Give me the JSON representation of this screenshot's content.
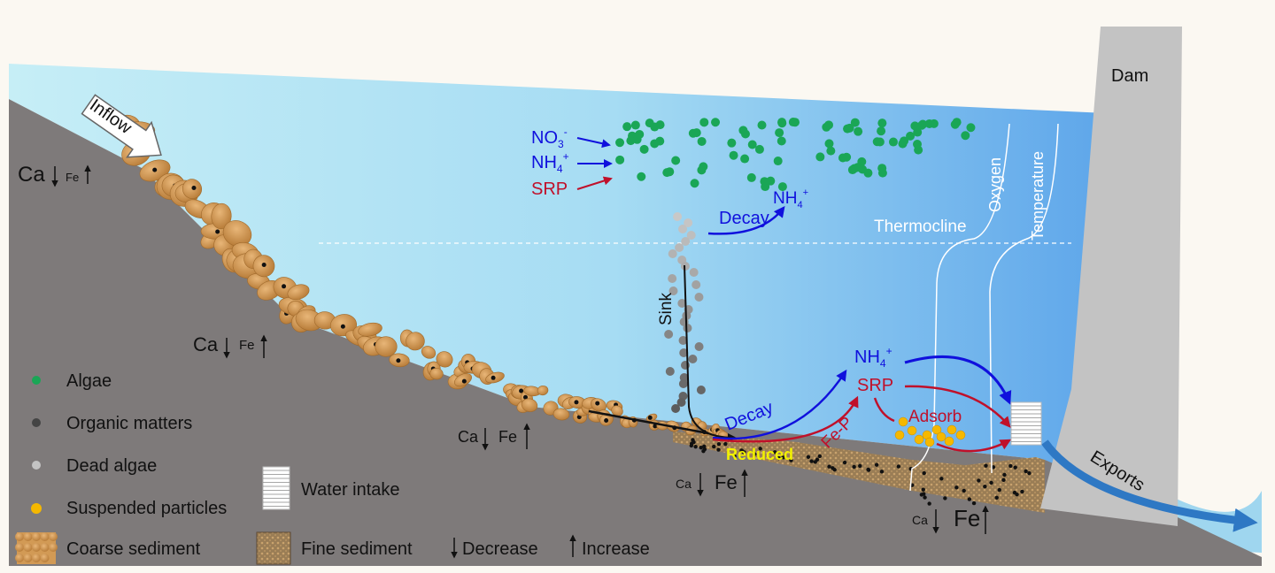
{
  "labels": {
    "inflow": "Inflow",
    "dam": "Dam",
    "no3": "NO",
    "no3_sub": "3",
    "no3_sup": "-",
    "nh4": "NH",
    "nh4_sub": "4",
    "nh4_sup": "+",
    "srp": "SRP",
    "decay_top": "Decay",
    "nh4_top": "NH",
    "thermocline": "Thermocline",
    "oxygen": "Oxygen",
    "temperature": "Temperature",
    "sink": "Sink",
    "decay_bottom": "Decay",
    "fe_p": "Fe-P",
    "reduced": "Reduced",
    "nh4_right": "NH",
    "srp_right": "SRP",
    "adsorb": "Adsorb",
    "exports": "Exports",
    "ca": "Ca",
    "fe": "Fe"
  },
  "legend": {
    "algae": "Algae",
    "organic": "Organic matters",
    "dead_algae": "Dead algae",
    "suspended": "Suspended  particles",
    "coarse": "Coarse sediment",
    "water_intake": "Water intake",
    "fine": "Fine sediment",
    "decrease": "Decrease",
    "increase": "Increase"
  },
  "colors": {
    "algae": "#1aa656",
    "organic": "#444444",
    "dead_algae": "#c4c4c4",
    "suspended": "#f5b800",
    "nitrogen": "#1010dd",
    "phosphorus": "#c0102a",
    "ground": "#7e7a7a",
    "dam": "#c3c3c3"
  }
}
